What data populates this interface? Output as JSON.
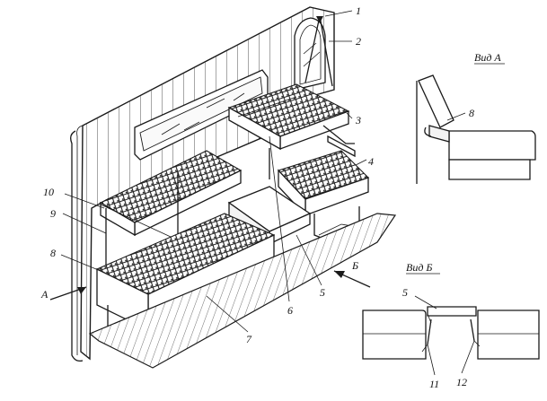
{
  "figure": {
    "callouts": [
      {
        "id": "1",
        "text": "1"
      },
      {
        "id": "2",
        "text": "2"
      },
      {
        "id": "3",
        "text": "3"
      },
      {
        "id": "4",
        "text": "4"
      },
      {
        "id": "5",
        "text": "5"
      },
      {
        "id": "6",
        "text": "6"
      },
      {
        "id": "7",
        "text": "7"
      },
      {
        "id": "8",
        "text": "8"
      },
      {
        "id": "9",
        "text": "9"
      },
      {
        "id": "10",
        "text": "10"
      }
    ],
    "direction_a": "A",
    "direction_b": "Б",
    "view_a": {
      "title": "Вид А",
      "callout": "8"
    },
    "view_b": {
      "title": "Вид Б",
      "callouts": [
        "5",
        "11",
        "12"
      ]
    }
  }
}
